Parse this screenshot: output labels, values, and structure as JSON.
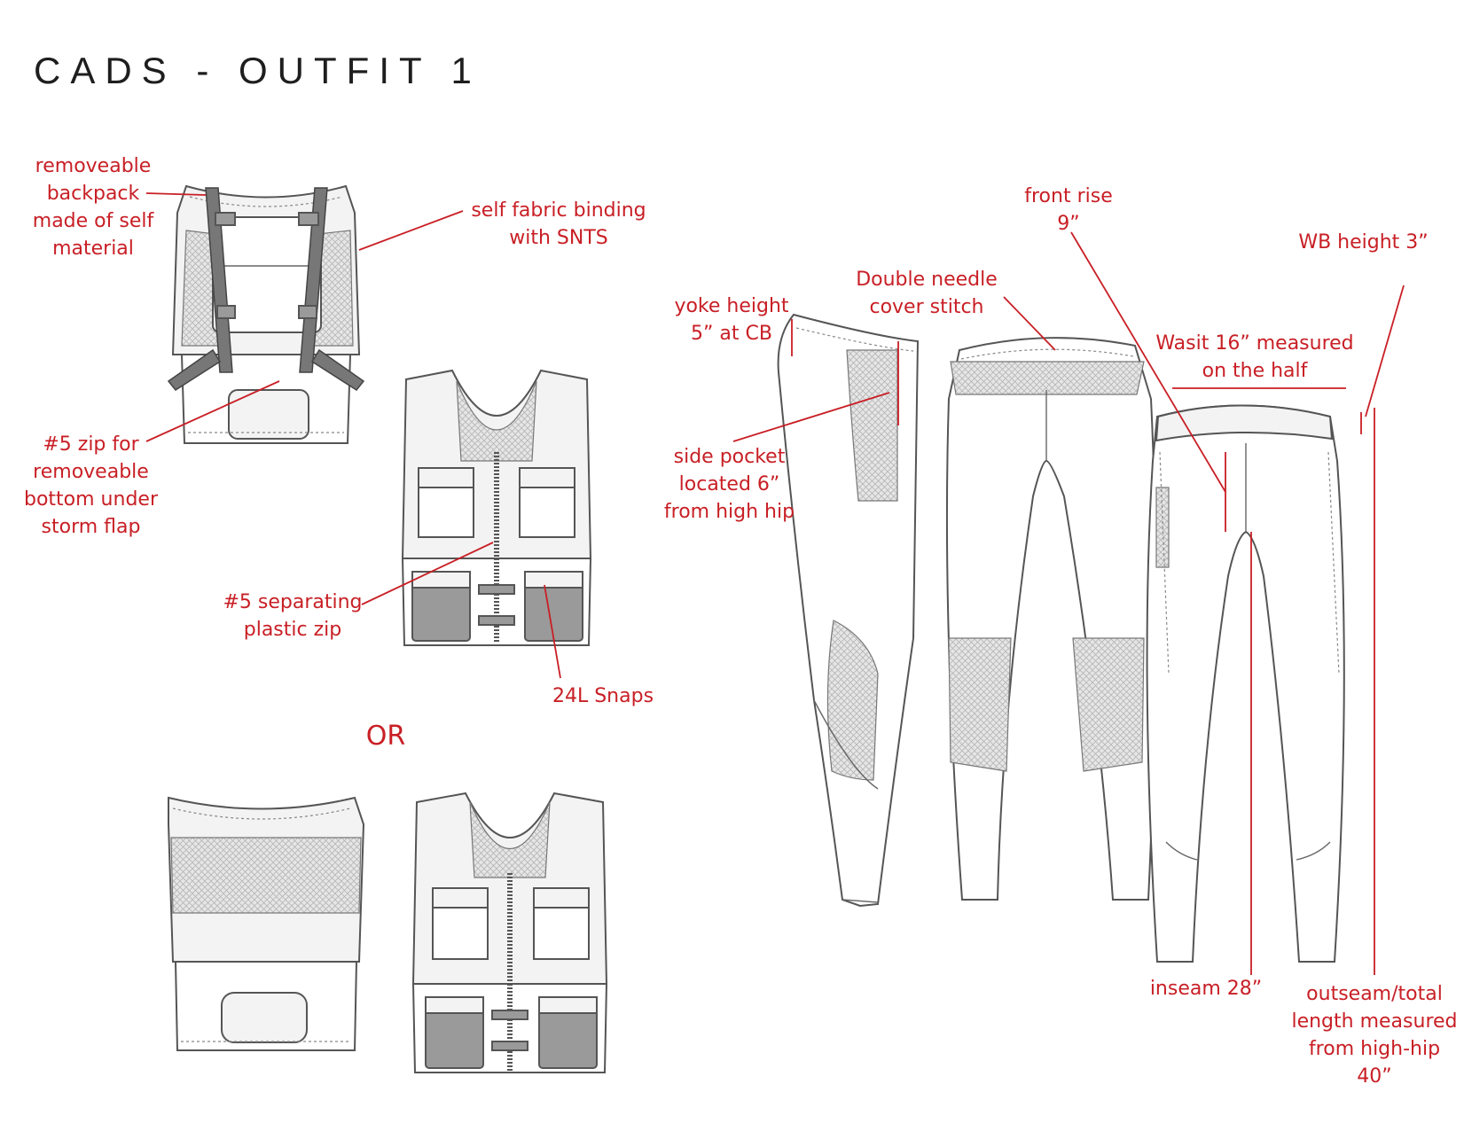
{
  "title": "CADS - OUTFIT 1",
  "annotations": {
    "backpack": "removeable\nbackpack\nmade of self\nmaterial",
    "binding": "self fabric binding\nwith SNTS",
    "zip_bottom": "#5 zip for\nremoveable\nbottom under\nstorm flap",
    "separating_zip": "#5 separating\nplastic zip",
    "snaps": "24L Snaps",
    "or": "OR",
    "front_rise": "front rise\n9”",
    "wb_height": "WB height 3”",
    "double_needle": "Double needle\ncover stitch",
    "yoke_height": "yoke height\n5” at CB",
    "waist": "Wasit 16” measured\non the half",
    "side_pocket": "side pocket\nlocated 6”\nfrom high hip",
    "inseam": "inseam 28”",
    "outseam": "outseam/total\nlength measured\nfrom high-hip\n40”"
  },
  "colors": {
    "annotation": "#c81f25",
    "title": "#1e1e1e",
    "outline": "#555555"
  }
}
